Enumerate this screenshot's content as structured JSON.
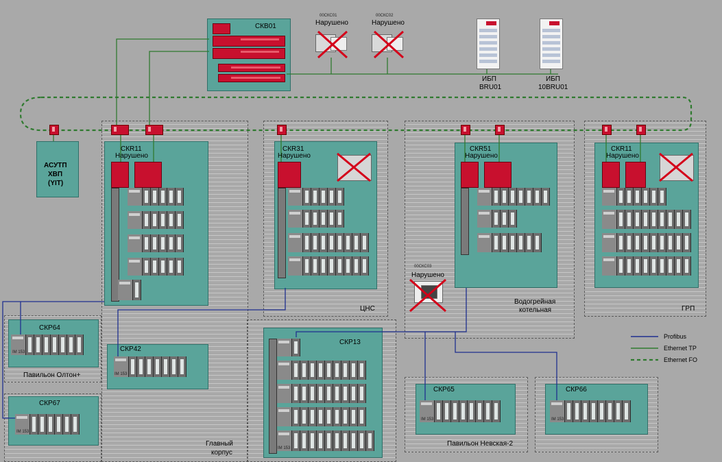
{
  "server": {
    "title": "СКВ01"
  },
  "workstations": [
    {
      "id": "00СКС01",
      "status": "Нарушено"
    },
    {
      "id": "00СКС02",
      "status": "Нарушено"
    },
    {
      "id": "00СКС03",
      "status": "Нарушено"
    }
  ],
  "ups": [
    {
      "label": "ИБП",
      "id": "BRU01"
    },
    {
      "label": "ИБП",
      "id": "10BRU01"
    }
  ],
  "asutp": {
    "line1": "АСУТП",
    "line2": "ХВП",
    "line3": "(YIT)"
  },
  "cabinets": {
    "skr11_main": {
      "title": "СКR11",
      "status": "Нарушено"
    },
    "skr31": {
      "title": "СКR31",
      "status": "Нарушено"
    },
    "skr51": {
      "title": "СКR51",
      "status": "Нарушено"
    },
    "skr11_grp": {
      "title": "СКR11",
      "status": "Нарушено"
    },
    "skr64": {
      "title": "СКР64"
    },
    "skr67": {
      "title": "СКР67"
    },
    "skr42": {
      "title": "СКР42"
    },
    "skr13": {
      "title": "СКР13"
    },
    "skr65": {
      "title": "СКР65"
    },
    "skr66": {
      "title": "СКР66"
    }
  },
  "areas": {
    "pavilion_olton": "Павильон Олтон+",
    "main_building_1": "Главный",
    "main_building_2": "корпус",
    "cns": "ЦНС",
    "boiler_1": "Водогрейная",
    "boiler_2": "котельная",
    "grp": "ГРП",
    "pavilion_nevskaya": "Павильон Невская-2"
  },
  "legend": [
    {
      "label": "Profibus",
      "color": "#1f2f8f",
      "style": "solid"
    },
    {
      "label": "Ethernet TP",
      "color": "#2f7a2f",
      "style": "solid"
    },
    {
      "label": "Ethernet FO",
      "color": "#2f7a2f",
      "style": "dashed"
    }
  ],
  "module_text": {
    "im": "IM 153"
  },
  "colors": {
    "cabinet": "#5aa49a",
    "device_red": "#c8102e",
    "background": "#a9a9a9",
    "profibus": "#1f2f8f",
    "ethernet": "#2f7a2f"
  }
}
